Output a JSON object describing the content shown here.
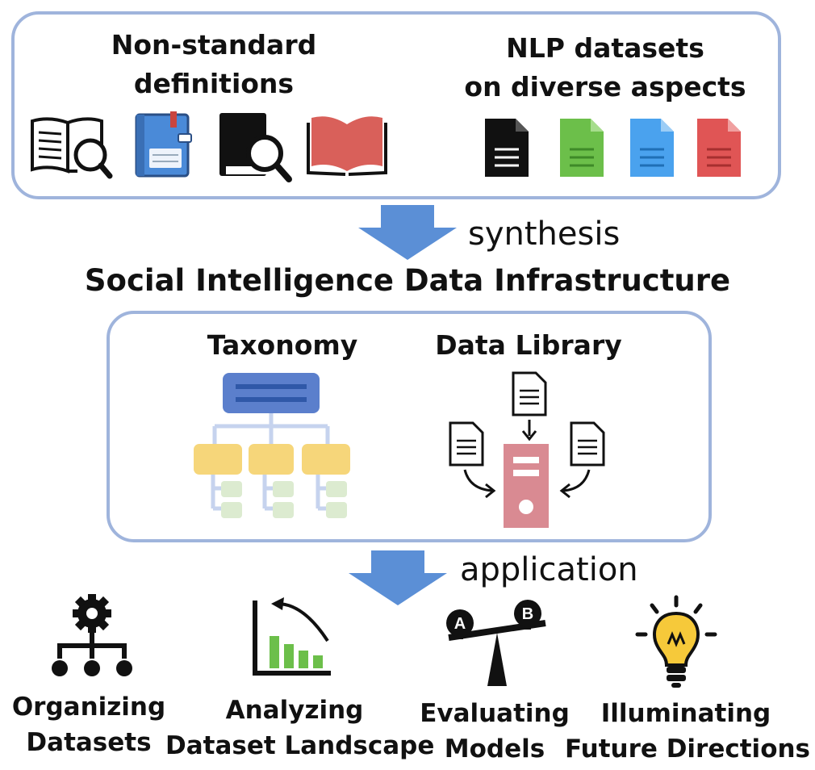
{
  "top_section": {
    "left_heading_line1": "Non-standard",
    "left_heading_line2": "definitions",
    "right_heading_line1": "NLP datasets",
    "right_heading_line2": "on diverse aspects",
    "doc_colors": [
      "#111111",
      "#6cbf4a",
      "#4aa2ee",
      "#e05555"
    ]
  },
  "synthesis_label": "synthesis",
  "main_title": "Social Intelligence Data Infrastructure",
  "infrastructure": {
    "taxonomy_label": "Taxonomy",
    "data_library_label": "Data Library"
  },
  "application_label": "application",
  "applications": [
    {
      "line1": "Organizing",
      "line2": "Datasets",
      "icon": "hierarchy-gear-icon"
    },
    {
      "line1": "Analyzing",
      "line2": "Dataset Landscape",
      "icon": "trend-chart-icon"
    },
    {
      "line1": "Evaluating",
      "line2": "Models",
      "icon": "balance-scale-icon"
    },
    {
      "line1": "Illuminating",
      "line2": "Future Directions",
      "icon": "lightbulb-icon"
    }
  ],
  "colors": {
    "border": "#9fb4dc",
    "arrow": "#5b8fd6",
    "taxonomy_root": "#5b7fcc",
    "taxonomy_mid": "#f6d67a",
    "taxonomy_leaf": "#dcebd0",
    "server": "#d98a92",
    "chart_bars": "#6cbf4a"
  }
}
